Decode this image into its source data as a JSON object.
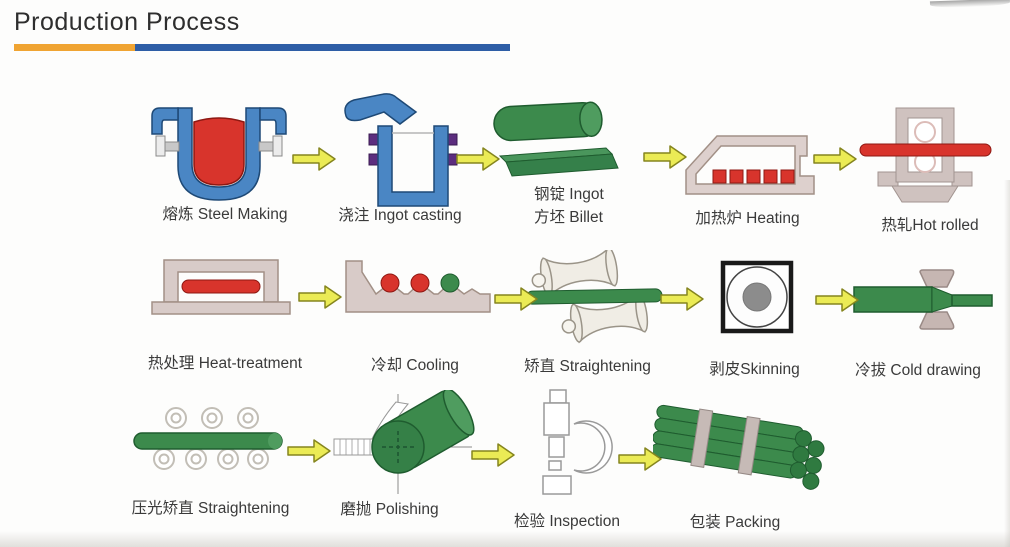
{
  "header": {
    "title": "Production Process"
  },
  "colors": {
    "accent_orange": "#f0a432",
    "accent_blue": "#2e5ea6",
    "arrow_yellow": "#ebeb55",
    "steel_red": "#d8342c",
    "machine_blue": "#4a86c4",
    "bar_green": "#3c8a4c",
    "frame_gray": "#d8cbc8",
    "clamp_purple": "#5c2d7e"
  },
  "steps": {
    "row1": [
      {
        "icon": "ladle-icon",
        "label": "熔炼 Steel Making"
      },
      {
        "icon": "ingot-mold-icon",
        "label": "浇注 Ingot casting"
      },
      {
        "icon": "ingot-billet-icon",
        "label1": "钢锭 Ingot",
        "label2": "方坯 Billet"
      },
      {
        "icon": "heating-furnace-icon",
        "label": "加热炉 Heating"
      },
      {
        "icon": "rolling-mill-icon",
        "label": "热轧Hot rolled"
      }
    ],
    "row2": [
      {
        "icon": "heat-treatment-furnace-icon",
        "label": "热处理 Heat-treatment"
      },
      {
        "icon": "cooling-bed-icon",
        "label": "冷却 Cooling"
      },
      {
        "icon": "straightening-rolls-icon",
        "label": "矫直 Straightening"
      },
      {
        "icon": "skinning-die-icon",
        "label": "剥皮Skinning"
      },
      {
        "icon": "cold-drawing-die-icon",
        "label": "冷拔 Cold drawing"
      }
    ],
    "row3": [
      {
        "icon": "burnishing-straightener-icon",
        "label": "压光矫直 Straightening"
      },
      {
        "icon": "polishing-wheel-icon",
        "label": "磨抛 Polishing"
      },
      {
        "icon": "inspection-micrometer-icon",
        "label": "检验 Inspection"
      },
      {
        "icon": "packing-bundle-icon",
        "label": "包装 Packing"
      }
    ]
  }
}
